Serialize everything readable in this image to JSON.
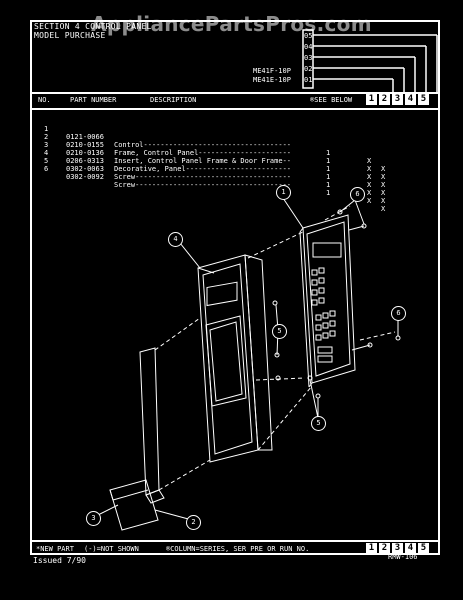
{
  "header": {
    "title_line1": "SECTION 4 CONTROL PANEL",
    "title_line2": "MODEL PURCHASE",
    "watermark": "AppliancePartsPros.com",
    "models": [
      "ME41F-10P",
      "ME41E-10P"
    ],
    "series_digits": [
      "05",
      "04",
      "03",
      "02",
      "01"
    ]
  },
  "columns": {
    "no": "NO.",
    "part_number": "PART NUMBER",
    "description": "DESCRIPTION",
    "see_below": "®SEE BELOW",
    "col_numbers": [
      "1",
      "2",
      "3",
      "4",
      "5"
    ]
  },
  "parts": [
    {
      "no": "1",
      "part": "0121-0066",
      "desc": "Control-----------------------------------",
      "qty": "1",
      "c1": "X",
      "c2": "X"
    },
    {
      "no": "2",
      "part": "0210-0155",
      "desc": "Frame, Control Panel----------------------",
      "qty": "1",
      "c1": "X",
      "c2": "X"
    },
    {
      "no": "3",
      "part": "0210-0136",
      "desc": "Insert, Control Panel Frame & Door Frame--",
      "qty": "1",
      "c1": "X",
      "c2": "X"
    },
    {
      "no": "4",
      "part": "0206-0313",
      "desc": "Decorative, Panel-------------------------",
      "qty": "1",
      "c1": "X",
      "c2": "X"
    },
    {
      "no": "5",
      "part": "0302-0063",
      "desc": "Screw-------------------------------------",
      "qty": "1",
      "c1": "X",
      "c2": "X"
    },
    {
      "no": "6",
      "part": "0302-0092",
      "desc": "Screw-------------------------------------",
      "qty": "1",
      "c1": "X",
      "c2": "X"
    }
  ],
  "callouts": [
    "1",
    "2",
    "3",
    "4",
    "5",
    "6"
  ],
  "footer": {
    "new_part": "*NEW PART",
    "not_shown": "(-)=NOT SHOWN",
    "column_note": "®COLUMN=SERIES, SER PRE OR RUN NO.",
    "col_numbers": [
      "1",
      "2",
      "3",
      "4",
      "5"
    ],
    "issued": "Issued  7/90",
    "doc_code": "RMW-106"
  }
}
